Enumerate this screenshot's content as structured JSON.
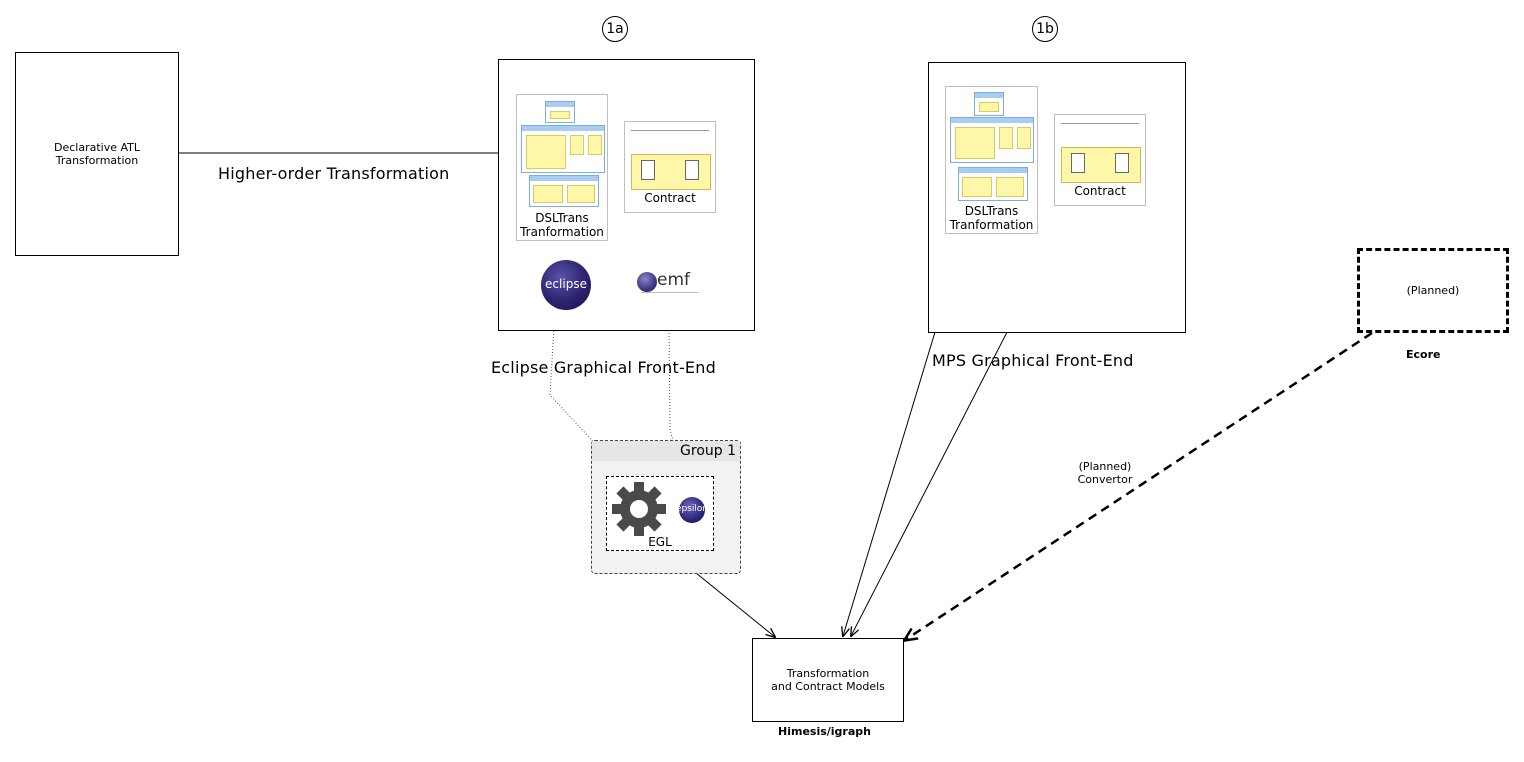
{
  "nodes": {
    "atl": {
      "label": "Declarative ATL\nTransformation"
    },
    "models": {
      "label": "Transformation\nand Contract Models",
      "caption": "Himesis/igraph"
    },
    "planned": {
      "label": "(Planned)",
      "caption": "Ecore"
    }
  },
  "edges": {
    "hot_label": "Higher-order Transformation",
    "convertor_label": "(Planned)\nConvertor"
  },
  "frontends": {
    "eclipse": {
      "marker": "1a",
      "title": "Eclipse Graphical Front-End",
      "dsltrans_caption": "DSLTrans\nTranformation",
      "contract_caption": "Contract",
      "eclipse_logo_text": "eclipse",
      "emf_logo_text": "emf"
    },
    "mps": {
      "marker": "1b",
      "title": "MPS Graphical Front-End",
      "dsltrans_caption": "DSLTrans\nTranformation",
      "contract_caption": "Contract"
    }
  },
  "group": {
    "title": "Group 1",
    "egl_label": "EGL",
    "epsilon_logo_text": "epsilon"
  },
  "icons": [
    "gear-icon",
    "eclipse-logo-icon",
    "emf-logo-icon",
    "epsilon-logo-icon"
  ]
}
